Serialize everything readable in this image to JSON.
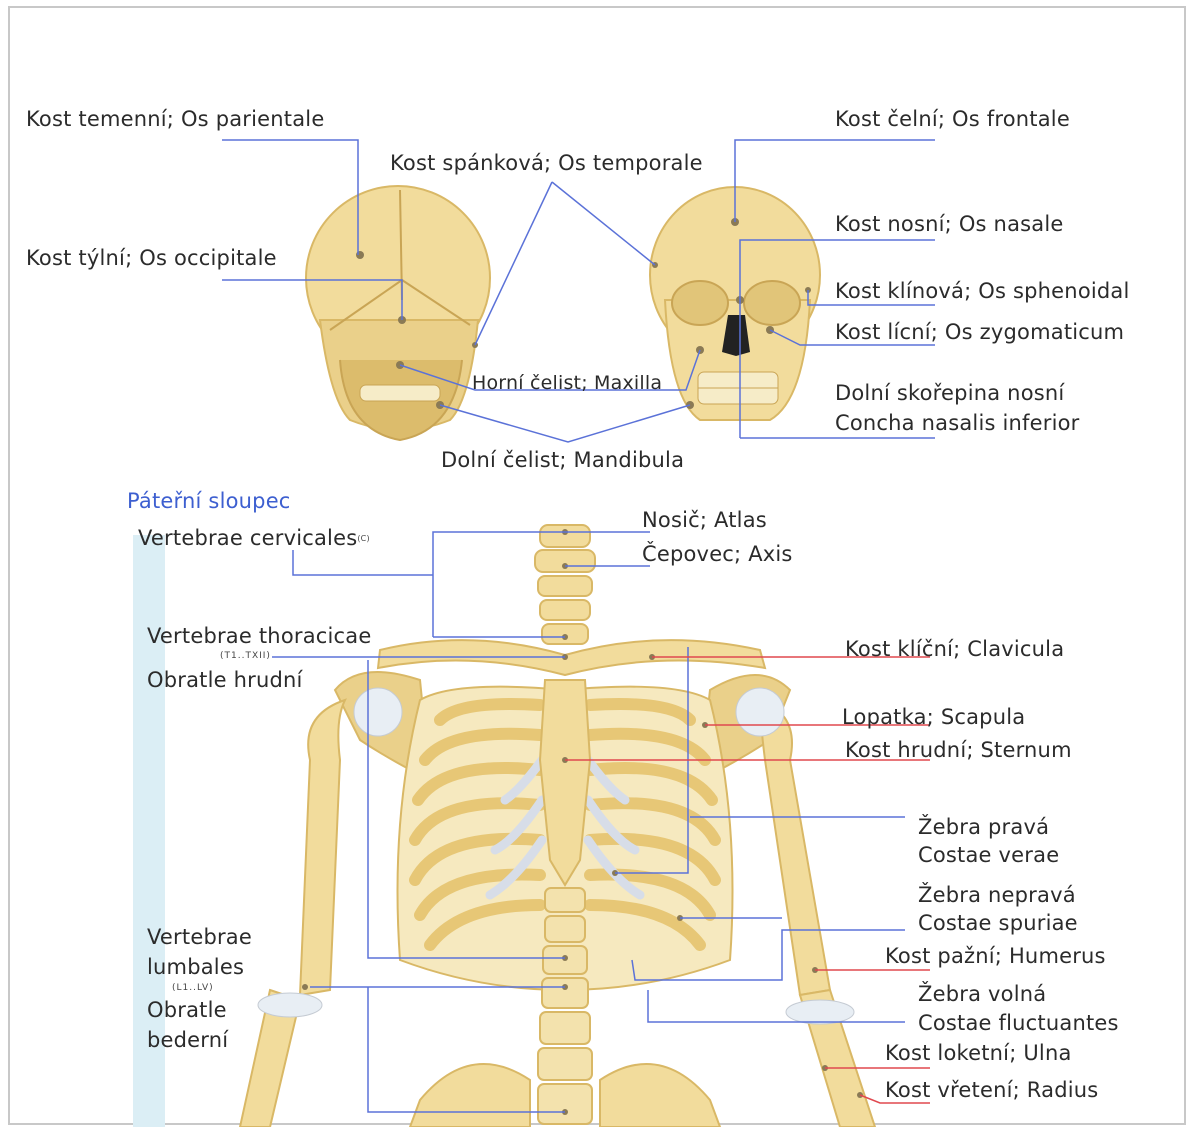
{
  "skull_labels": {
    "parietal": "Kost temenní; Os parientale",
    "temporal": "Kost spánková; Os temporale",
    "occipital": "Kost týlní; Os occipitale",
    "maxilla": "Horní čelist; Maxilla",
    "mandible": "Dolní čelist; Mandibula",
    "frontal": "Kost čelní; Os frontale",
    "nasal": "Kost nosní; Os nasale",
    "sphenoid": "Kost klínová; Os sphenoidal",
    "zygomatic": "Kost lícní; Os zygomaticum",
    "concha_1": "Dolní skořepina nosní",
    "concha_2": "Concha nasalis inferior"
  },
  "spine_labels": {
    "heading": "Páteřní sloupec",
    "cervical": "Vertebrae cervicales",
    "cervical_sub": "(C)",
    "thoracic": "Vertebrae thoracicae",
    "thoracic_sub": "(T1..TXII)",
    "thoracic_cz": "Obratle hrudní",
    "lumbar_1": "Vertebrae",
    "lumbar_2": "lumbales",
    "lumbar_sub": "(L1..LV)",
    "lumbar_cz_1": "Obratle",
    "lumbar_cz_2": "bederní"
  },
  "body_labels": {
    "atlas": "Nosič; Atlas",
    "axis": "Čepovec; Axis",
    "clavicle": "Kost klíční; Clavicula",
    "scapula": "Lopatka; Scapula",
    "sternum": "Kost hrudní; Sternum",
    "true_ribs_1": "Žebra pravá",
    "true_ribs_2": "Costae verae",
    "false_ribs_1": "Žebra nepravá",
    "false_ribs_2": "Costae spuriae",
    "humerus": "Kost pažní; Humerus",
    "floating_ribs_1": "Žebra volná",
    "floating_ribs_2": "Costae fluctuantes",
    "ulna": "Kost loketní; Ulna",
    "radius": "Kost vřetení; Radius"
  },
  "colors": {
    "bone": "#f2dc9c",
    "bone_dark": "#d9b866",
    "cartilage": "#d7dde8",
    "leader_blue": "#5b72d8",
    "leader_red": "#e0484f",
    "spine_bar": "#dbeef5"
  }
}
